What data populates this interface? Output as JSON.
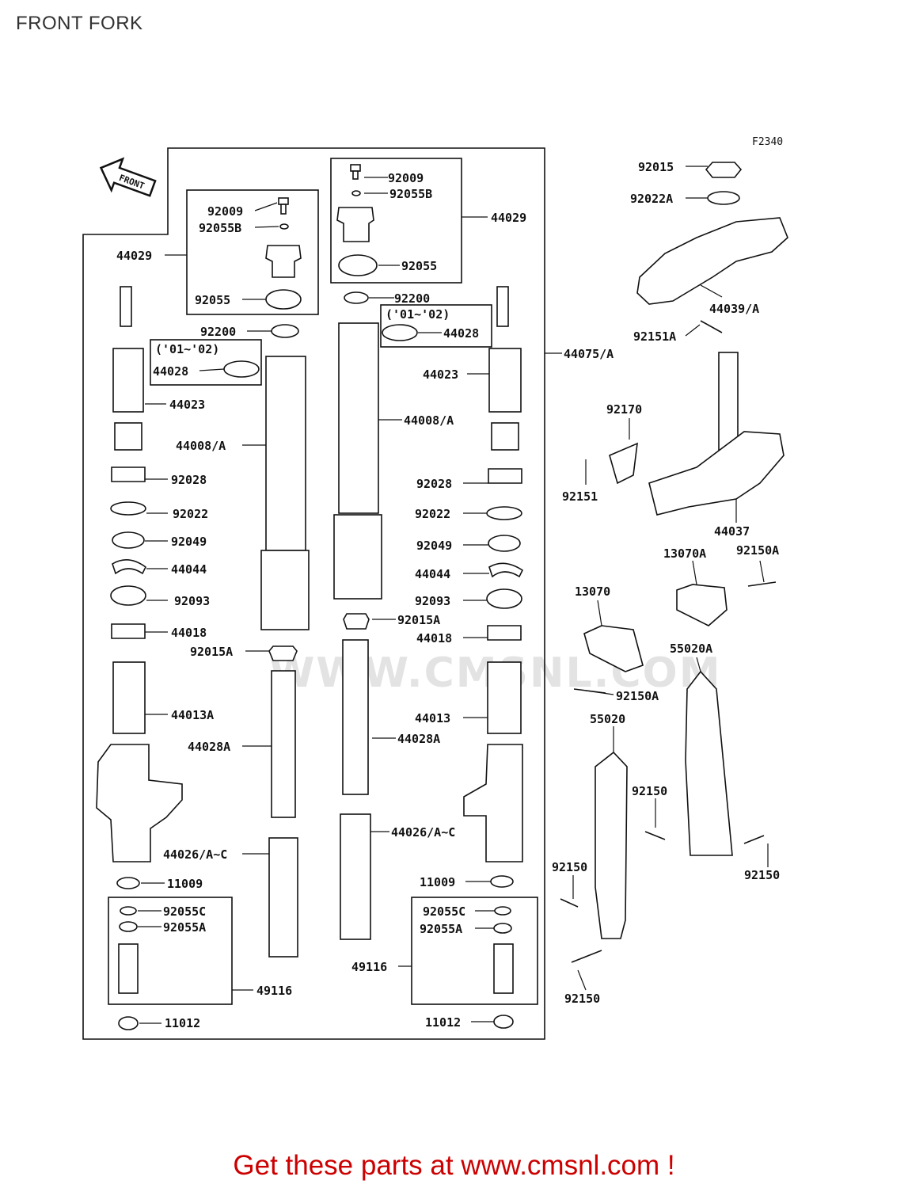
{
  "title": "FRONT FORK",
  "figure_code": "F2340",
  "front_arrow": "FRONT",
  "watermark": "WWW.CMSNL.COM",
  "cta": "Get these parts at www.cmsnl.com !",
  "labels": {
    "l92009_left": "92009",
    "l92055B_left": "92055B",
    "l44029_left": "44029",
    "l92055_left": "92055",
    "l92200_left": "92200",
    "l0102_left": "('01~'02)",
    "l44028_left": "44028",
    "l44023_left": "44023",
    "l44008A_left": "44008/A",
    "l92028_left": "92028",
    "l92022_left": "92022",
    "l92049_left": "92049",
    "l44044_left": "44044",
    "l92093_left": "92093",
    "l44018_left": "44018",
    "l92015A_left": "92015A",
    "l44013A": "44013A",
    "l44028A_left": "44028A",
    "l44026_left": "44026/A~C",
    "l11009_left": "11009",
    "l92055C_left": "92055C",
    "l92055A_left": "92055A",
    "l49116_left": "49116",
    "l11012_left": "11012",
    "l92009_right": "92009",
    "l92055B_right": "92055B",
    "l44029_right": "44029",
    "l92055_right": "92055",
    "l92200_right": "92200",
    "l0102_right": "('01~'02)",
    "l44028_right": "44028",
    "l44023_right": "44023",
    "l44008A_right": "44008/A",
    "l92028_right": "92028",
    "l92022_right": "92022",
    "l92049_right": "92049",
    "l44044_right": "44044",
    "l92093_right": "92093",
    "l92015A_right": "92015A",
    "l44018_right": "44018",
    "l44013": "44013",
    "l44028A_right": "44028A",
    "l44026_right": "44026/A~C",
    "l11009_right": "11009",
    "l92055C_right": "92055C",
    "l92055A_right": "92055A",
    "l49116_right": "49116",
    "l11012_right": "11012",
    "l44075A": "44075/A",
    "l92015": "92015",
    "l92022A": "92022A",
    "l44039A": "44039/A",
    "l92151A": "92151A",
    "l92170": "92170",
    "l92151": "92151",
    "l44037": "44037",
    "l13070A": "13070A",
    "l92150A_top": "92150A",
    "l13070": "13070",
    "l55020A": "55020A",
    "l92150A_mid": "92150A",
    "l55020": "55020",
    "l92150_a": "92150",
    "l92150_b": "92150",
    "l92150_c": "92150",
    "l92150_d": "92150"
  }
}
